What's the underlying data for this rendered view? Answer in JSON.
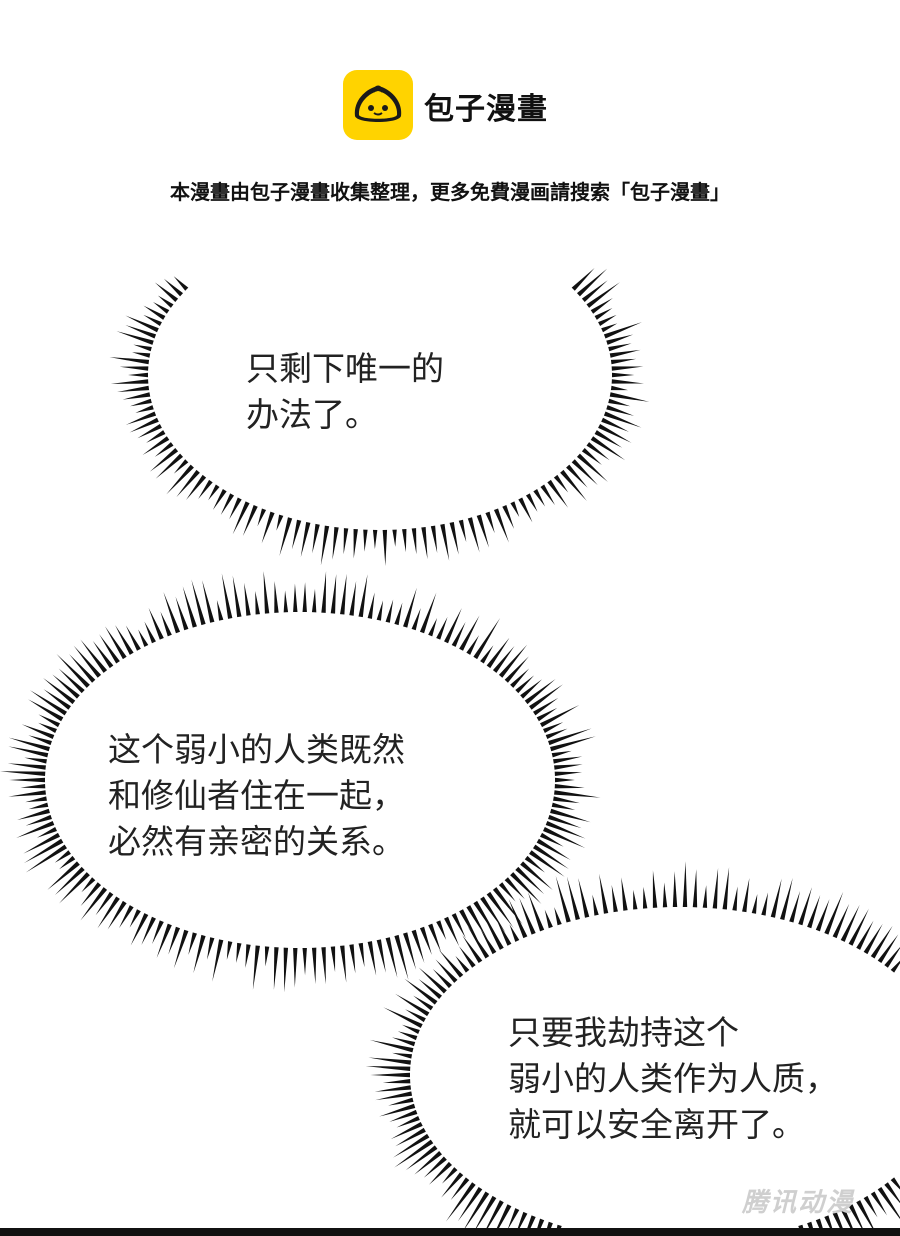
{
  "header": {
    "logo_icon": "baozi-bun-icon",
    "logo_text": "包子漫畫",
    "notice": "本漫畫由包子漫畫收集整理，更多免費漫画請搜索「包子漫畫」",
    "accent_color": "#FFD300"
  },
  "panel": {
    "bubble_style": "spiky-burst",
    "bubbles": [
      {
        "lines": [
          "只剩下唯一的",
          "办法了。"
        ]
      },
      {
        "lines": [
          "这个弱小的人类既然",
          "和修仙者住在一起，",
          "必然有亲密的关系。"
        ]
      },
      {
        "lines": [
          "只要我劫持这个",
          "弱小的人类作为人质，",
          "就可以安全离开了。"
        ]
      }
    ]
  },
  "watermark": {
    "text": "腾讯动漫"
  }
}
